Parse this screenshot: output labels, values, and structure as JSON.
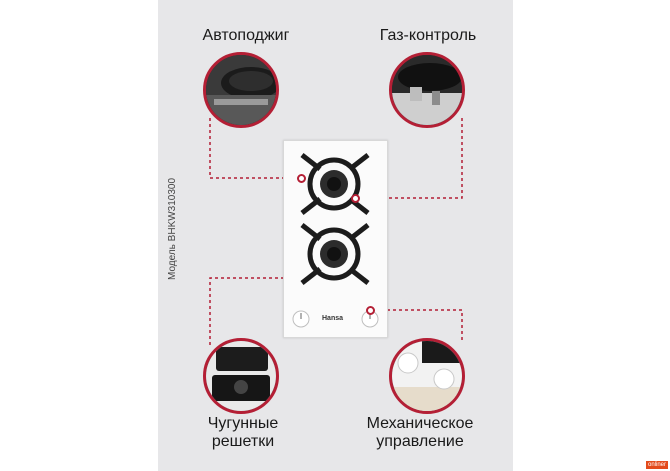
{
  "features": {
    "top_left": "Автоподжиг",
    "top_right": "Газ-контроль",
    "bottom_left_line1": "Чугунные",
    "bottom_left_line2": "решетки",
    "bottom_right_line1": "Механическое",
    "bottom_right_line2": "управление"
  },
  "model_label": "Модель BHKW310300",
  "brand": "Hansa",
  "watermark": "onliner",
  "colors": {
    "accent": "#b41f35",
    "card_background": "#e7e7e9",
    "hob_glass": "#fbfbfb",
    "burner_grate": "#1c1c1c"
  }
}
